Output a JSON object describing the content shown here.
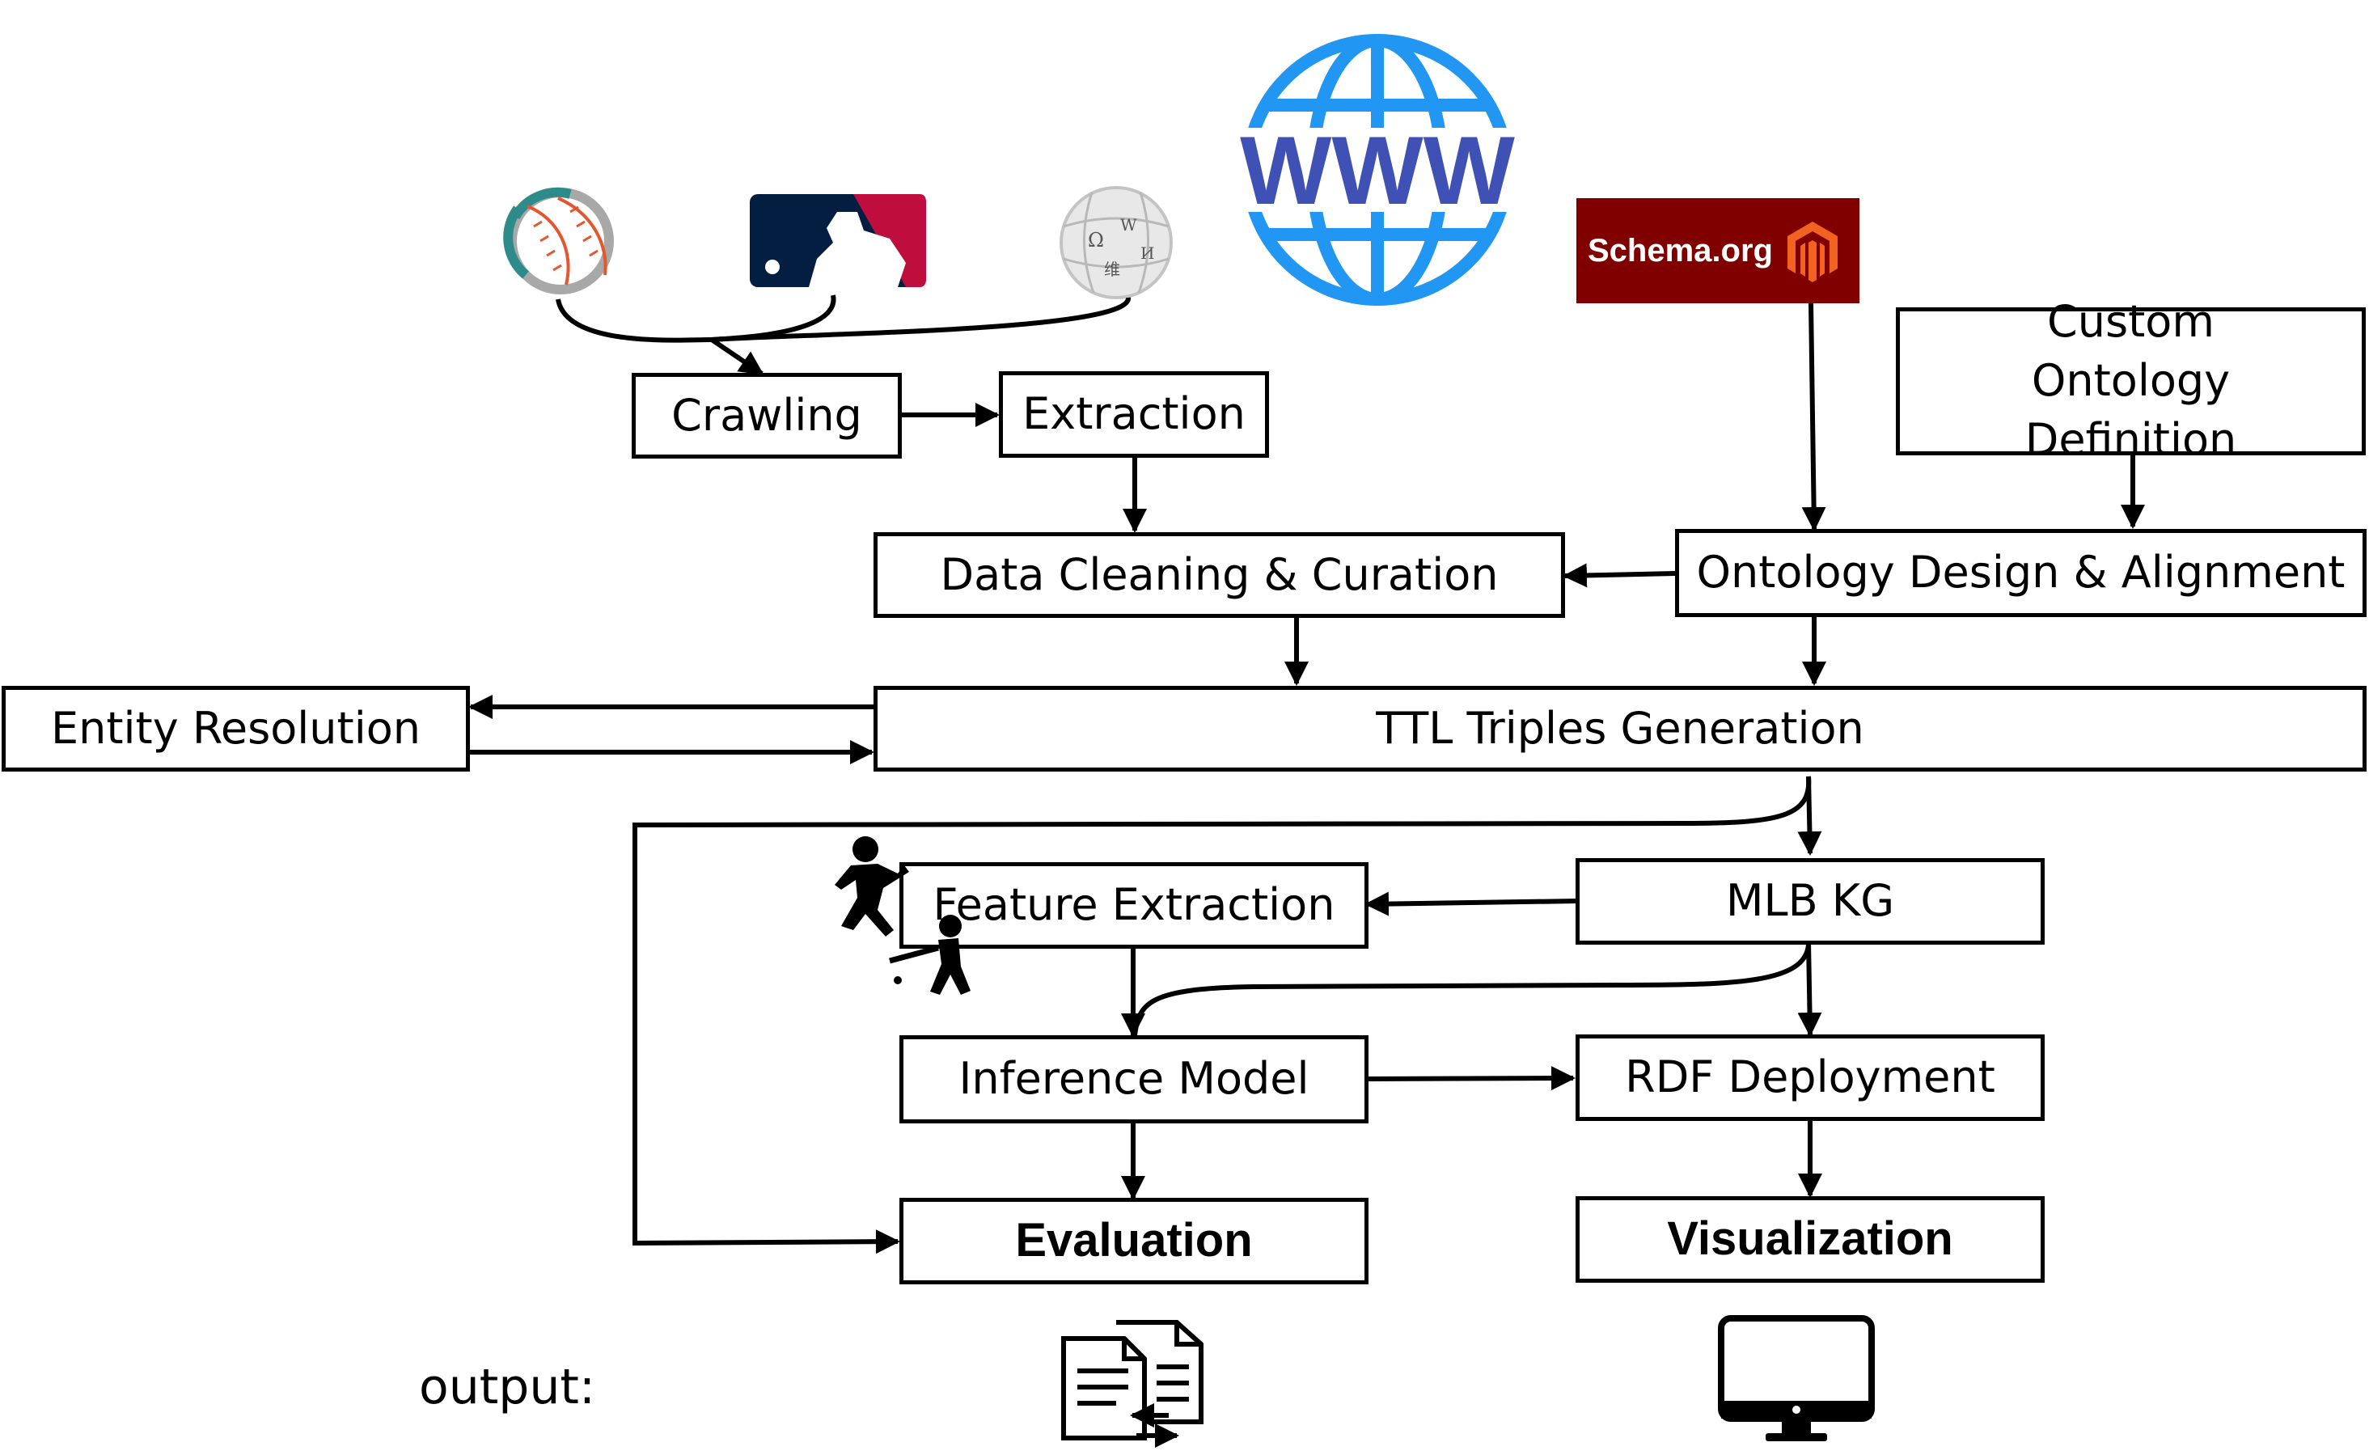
{
  "boxes": {
    "crawling": "Crawling",
    "extraction": "Extraction",
    "data_cleaning": "Data Cleaning & Curation",
    "ontology_design": "Ontology Design & Alignment",
    "custom_ontology": "Custom Ontology Definition",
    "ttl_triples": "TTL Triples Generation",
    "entity_resolution": "Entity Resolution",
    "mlb_kg": "MLB KG",
    "feature_extraction": "Feature Extraction",
    "inference_model": "Inference Model",
    "rdf_deployment": "RDF Deployment",
    "evaluation": "Evaluation",
    "visualization": "Visualization"
  },
  "sources": {
    "schema_org_label": "Schema.org",
    "www_label": "WWW"
  },
  "output_label": "output:",
  "icons": [
    "baseball-icon",
    "mlb-logo-icon",
    "wikipedia-globe-icon",
    "www-globe-icon",
    "schema-org-logo",
    "magento-logo-icon",
    "pitcher-icon",
    "batter-icon",
    "documents-exchange-icon",
    "monitor-icon"
  ],
  "colors": {
    "www_blue": "#2196F3",
    "www_text": "#3F51B5",
    "schema_bg": "#800000",
    "mlb_blue": "#041E42",
    "mlb_red": "#BF0D3E",
    "magento_orange": "#F26322"
  }
}
